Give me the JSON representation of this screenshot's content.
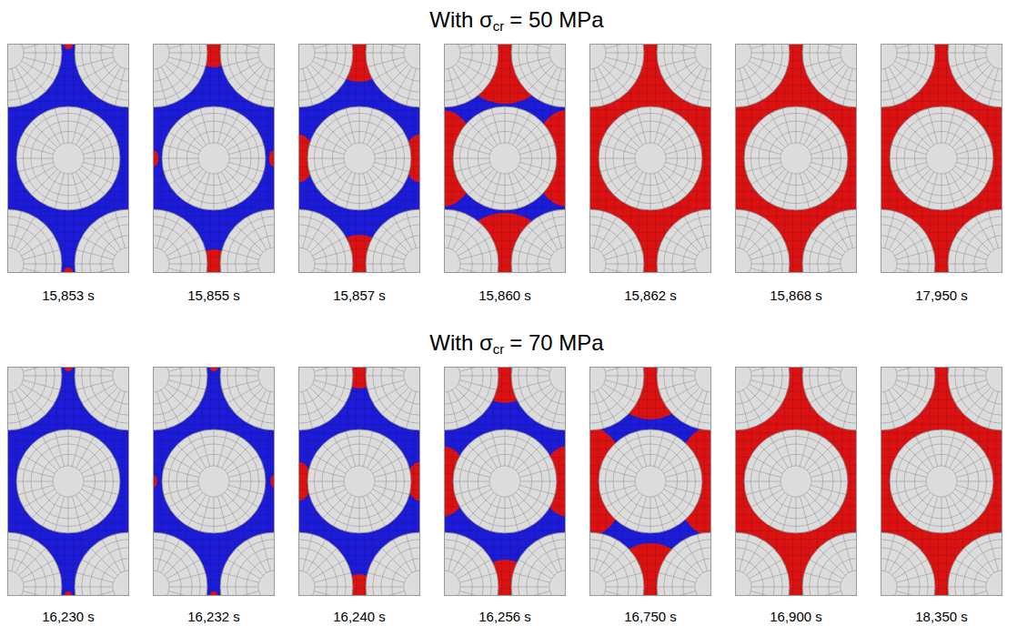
{
  "diagram": {
    "labels": [
      "With σ",
      "cr",
      "= 50 MPa",
      "15,853 s",
      "15,855 s",
      "15,857 s",
      "15,860 s",
      "15,862 s",
      "15,868 s",
      "17,950 s",
      "With σ",
      "cr",
      "= 70 MPa",
      "16,230 s",
      "16,232 s",
      "16,240 s",
      "16,256 s",
      "16,750 s",
      "16,900 s",
      "18,350 s"
    ]
  }
}
